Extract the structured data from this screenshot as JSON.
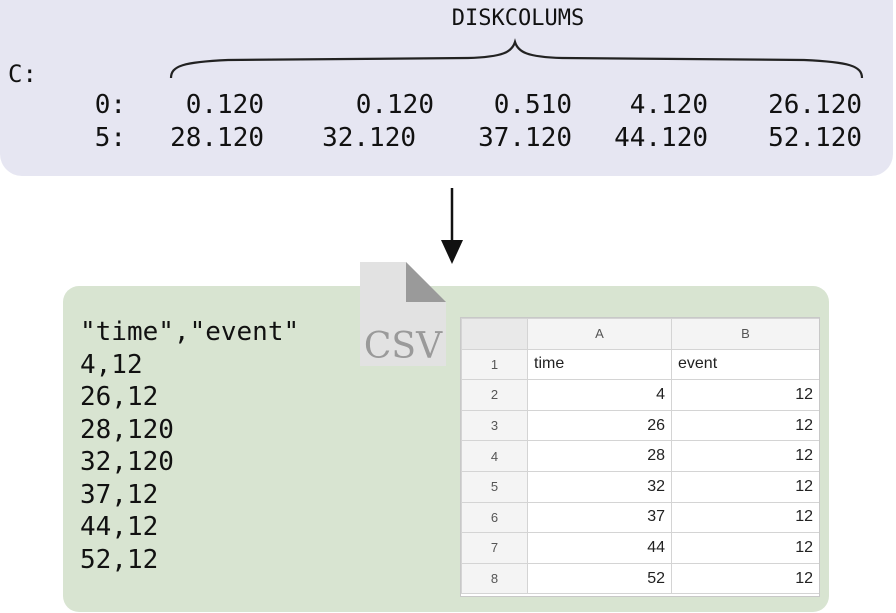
{
  "register": {
    "label": "DISKCOLUMS",
    "name": "C:",
    "rows": [
      {
        "index": "0:",
        "values": [
          "0.120",
          "0.120",
          "0.510",
          "4.120",
          "26.120"
        ]
      },
      {
        "index": "5:",
        "values": [
          "28.120",
          "32.120",
          "37.120",
          "44.120",
          "52.120"
        ]
      }
    ]
  },
  "csv": {
    "lines": [
      "\"time\",\"event\"",
      "4,12",
      "26,12",
      "28,120",
      "32,120",
      "37,12",
      "44,12",
      "52,12"
    ],
    "badge": "CSV"
  },
  "spreadsheet": {
    "columns": [
      "A",
      "B"
    ],
    "rows": [
      {
        "n": "1",
        "a": "time",
        "b": "event"
      },
      {
        "n": "2",
        "a": "4",
        "b": "12"
      },
      {
        "n": "3",
        "a": "26",
        "b": "12"
      },
      {
        "n": "4",
        "a": "28",
        "b": "12"
      },
      {
        "n": "5",
        "a": "32",
        "b": "12"
      },
      {
        "n": "6",
        "a": "37",
        "b": "12"
      },
      {
        "n": "7",
        "a": "44",
        "b": "12"
      },
      {
        "n": "8",
        "a": "52",
        "b": "12"
      }
    ]
  }
}
